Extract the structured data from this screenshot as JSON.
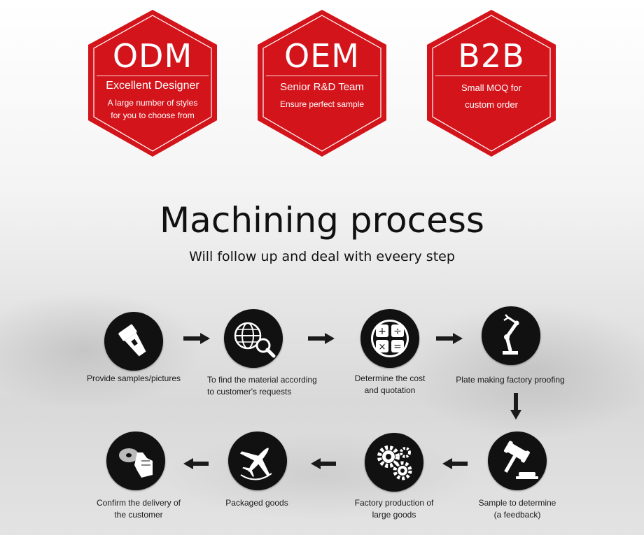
{
  "badges": [
    {
      "title": "ODM",
      "line1": "Excellent Designer",
      "line2": "A large number of styles",
      "line3": "for you to choose from"
    },
    {
      "title": "OEM",
      "line1": "Senior R&D Team",
      "line2": "Ensure perfect sample"
    },
    {
      "title": "B2B",
      "line1": "Small MOQ for",
      "line2": "custom order"
    }
  ],
  "heading": {
    "title": "Machining process",
    "subtitle": "Will follow up and deal with eveery step"
  },
  "steps": [
    {
      "icon": "flashlight-icon",
      "line1": "Provide samples/pictures"
    },
    {
      "icon": "globe-magnifier-icon",
      "line1": "To find the material according",
      "line2": "to customer's requests"
    },
    {
      "icon": "calculator-icon",
      "line1": "Determine the  cost",
      "line2": "and quotation"
    },
    {
      "icon": "robot-arm-icon",
      "line1": "Plate making factory proofing"
    },
    {
      "icon": "gavel-icon",
      "line1": "Sample to determine",
      "line2": "(a feedback)"
    },
    {
      "icon": "gears-icon",
      "line1": "Factory production of",
      "line2": "large goods"
    },
    {
      "icon": "airplane-icon",
      "line1": "Packaged goods"
    },
    {
      "icon": "hand-cd-icon",
      "line1": "Confirm the delivery of",
      "line2": "the customer"
    }
  ],
  "colors": {
    "badge_red": "#d4141b",
    "icon_bg": "#111111",
    "arrow": "#1a1a1a"
  }
}
